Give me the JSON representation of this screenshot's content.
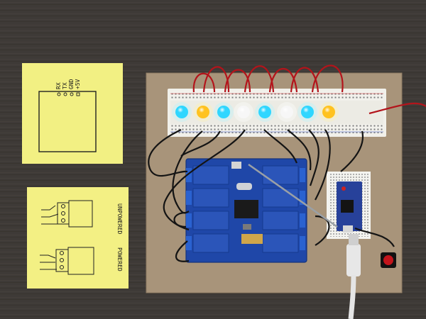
{
  "colors": {
    "table": "#3e3a37",
    "sticky_note": "#f2f083",
    "cardboard": "#a8947a",
    "relay_board": "#1f47a8",
    "relay_block": "#2b55b9",
    "wire_red": "#b3141b",
    "wire_black": "#141414",
    "nano_board": "#27419a"
  },
  "sticky_note_top": {
    "pin_labels": [
      "RX",
      "TX",
      "GND",
      "+5V"
    ]
  },
  "sticky_note_bottom": {
    "label_top": "UNPOWERED",
    "label_bottom": "POWERED"
  },
  "leds": [
    {
      "color": "#2fd6ff",
      "glow": "#b4f4ff"
    },
    {
      "color": "#ffc21f",
      "glow": "#fff0b0"
    },
    {
      "color": "#2fd6ff",
      "glow": "#b4f4ff"
    },
    {
      "color": "#f7f7f7",
      "glow": "#ffffff"
    },
    {
      "color": "#2fd6ff",
      "glow": "#b4f4ff"
    },
    {
      "color": "#f7f7f7",
      "glow": "#ffffff"
    },
    {
      "color": "#2fd6ff",
      "glow": "#b4f4ff"
    },
    {
      "color": "#ffc21f",
      "glow": "#fff0b0"
    }
  ],
  "relay_count": 8
}
